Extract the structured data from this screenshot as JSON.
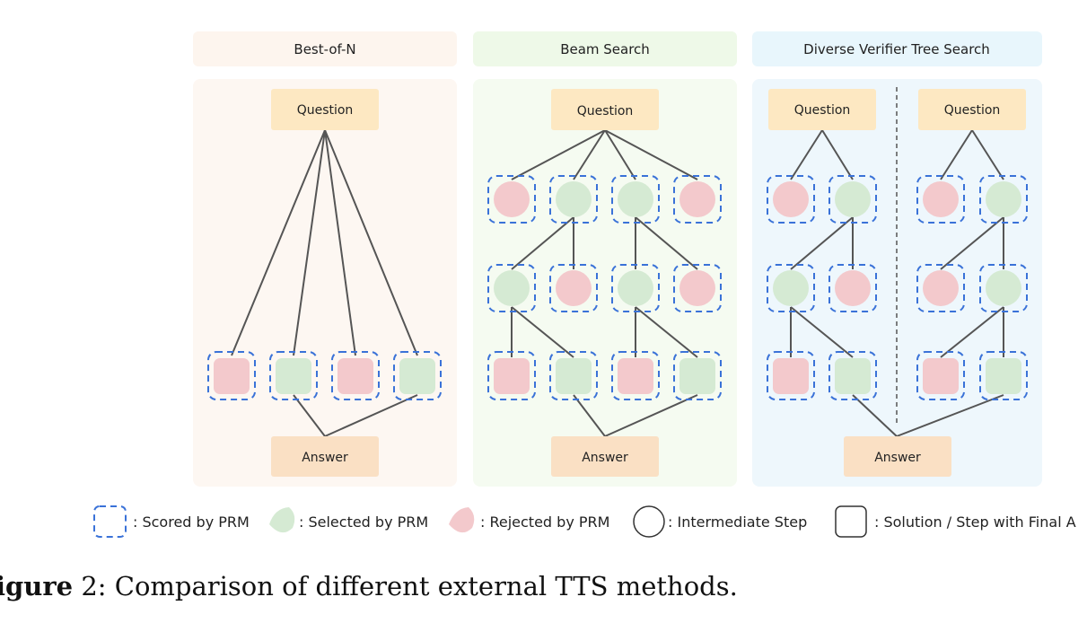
{
  "panels": [
    {
      "title": "Best-of-N",
      "question": "Question",
      "answer": "Answer"
    },
    {
      "title": "Beam Search",
      "question": "Question",
      "answer": "Answer"
    },
    {
      "title": "Diverse Verifier Tree Search",
      "question_left": "Question",
      "question_right": "Question",
      "answer": "Answer"
    }
  ],
  "legend": {
    "scored": ": Scored by PRM",
    "selected": ": Selected by PRM",
    "rejected": ": Rejected by PRM",
    "intermediate": ": Intermediate Step",
    "solution": ": Solution / Step with Final A"
  },
  "caption": {
    "label": "igure",
    "number": " 2",
    "text": ": Comparison of different external TTS methods."
  },
  "colors": {
    "selected": "#d5ead3",
    "rejected": "#f3c9cc",
    "question_box": "#fde8c2",
    "answer_box": "#fae0c4",
    "scored_outline": "#3a72d8",
    "panel1_bg": "#fdf7f2",
    "panel2_bg": "#f5fbf1",
    "panel3_bg": "#eef7fc"
  }
}
